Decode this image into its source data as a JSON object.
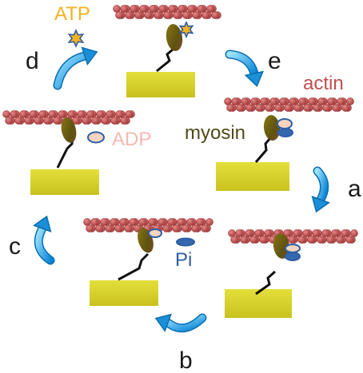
{
  "labels": {
    "atp": "ATP",
    "adp": "ADP",
    "pi": "Pi",
    "actin": "actin",
    "myosin": "myosin"
  },
  "steps": [
    "a",
    "b",
    "c",
    "d",
    "e"
  ],
  "colors": {
    "atp_text": "#f2b21e",
    "adp_text": "#f4b8b0",
    "pi_text": "#2e5ea8",
    "actin_text": "#c0504d",
    "myosin_text": "#4f4a17",
    "actin_bead": "#b84747",
    "myosin_head": "#6b5a12",
    "base_block": "#d8d327",
    "arrow": "#1f9fe3",
    "adp_fill": "#f6d4bf",
    "pi_fill": "#3468ae",
    "atp_star": "#f2b21e",
    "atp_star_outline": "#2e5ea8"
  },
  "icons": [
    "atp-star-icon",
    "adp-oval-icon",
    "pi-oval-icon",
    "cycle-arrow-icon"
  ]
}
